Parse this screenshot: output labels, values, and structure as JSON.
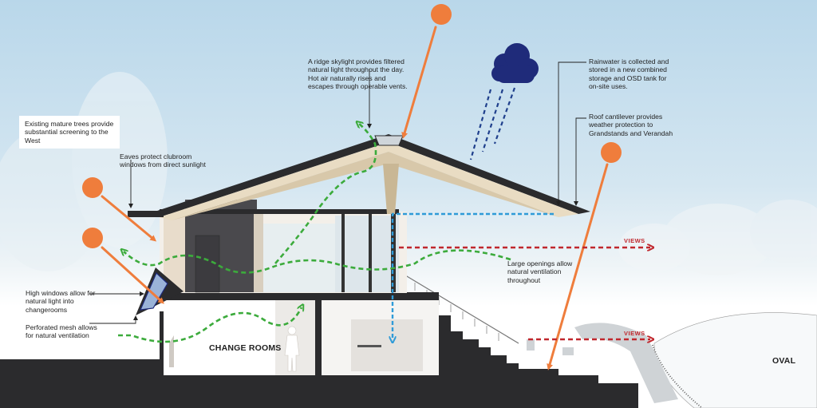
{
  "annotations": {
    "trees": "Existing mature trees provide substantial screening to the West",
    "eaves": "Eaves protect clubroom windows from direct sunlight",
    "skylight": "A ridge skylight provides filtered natural light throughout the day. Hot air naturally rises and escapes through operable vents.",
    "rainwater": "Rainwater is collected and stored in a new combined storage and OSD tank for on-site uses.",
    "cantilever": "Roof cantilever provides weather protection to Grandstands and Verandah",
    "high_windows": "High windows allow for natural light into changerooms",
    "perforated_mesh": "Perforated mesh allows for natural ventilation",
    "large_openings": "Large openings allow natural ventilation throughout"
  },
  "labels": {
    "change_rooms": "CHANGE ROOMS",
    "oval": "OVAL",
    "views_upper": "VIEWS",
    "views_lower": "VIEWS"
  },
  "colors": {
    "sun": "#ef7d3c",
    "ventilation": "#3cab3c",
    "water": "#2f9bd8",
    "rain": "#1f3f8c",
    "views": "#c0272d",
    "structure": "#2b2b2d"
  },
  "icons": [
    "sun-icon",
    "rain-cloud-icon",
    "person-figure-icon"
  ]
}
